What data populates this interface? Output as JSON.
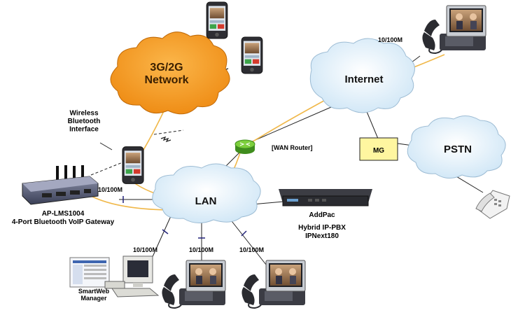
{
  "clouds": {
    "mobile_network": "3G/2G\nNetwork",
    "internet": "Internet",
    "lan": "LAN",
    "pstn": "PSTN"
  },
  "labels": {
    "wireless": "Wireless\nBluetooth\nInterface",
    "wan_router": "[WAN Router]",
    "mg": "MG",
    "gateway_model": "AP-LMS1004",
    "gateway_desc": "4-Port Bluetooth VoIP Gateway",
    "pbx_brand": "AddPac",
    "pbx_desc": "Hybrid IP-PBX",
    "pbx_model": "IPNext180",
    "web_manager": "SmartWeb\nManager",
    "link_speed": "10/100M"
  },
  "colors": {
    "mobile_cloud": "#f39a1e",
    "cloud_light": "#e4f1fa",
    "mg_box": "#fff6a0",
    "call_path": "#f0b84a",
    "router": "#7ccf3c"
  },
  "icons": {
    "router": "router-icon",
    "gateway": "voip-gateway-icon",
    "pbx": "ip-pbx-icon",
    "smartphone": "smartphone-icon",
    "video_phone": "video-phone-icon",
    "desk_phone": "telephone-icon",
    "computer": "computer-icon"
  }
}
